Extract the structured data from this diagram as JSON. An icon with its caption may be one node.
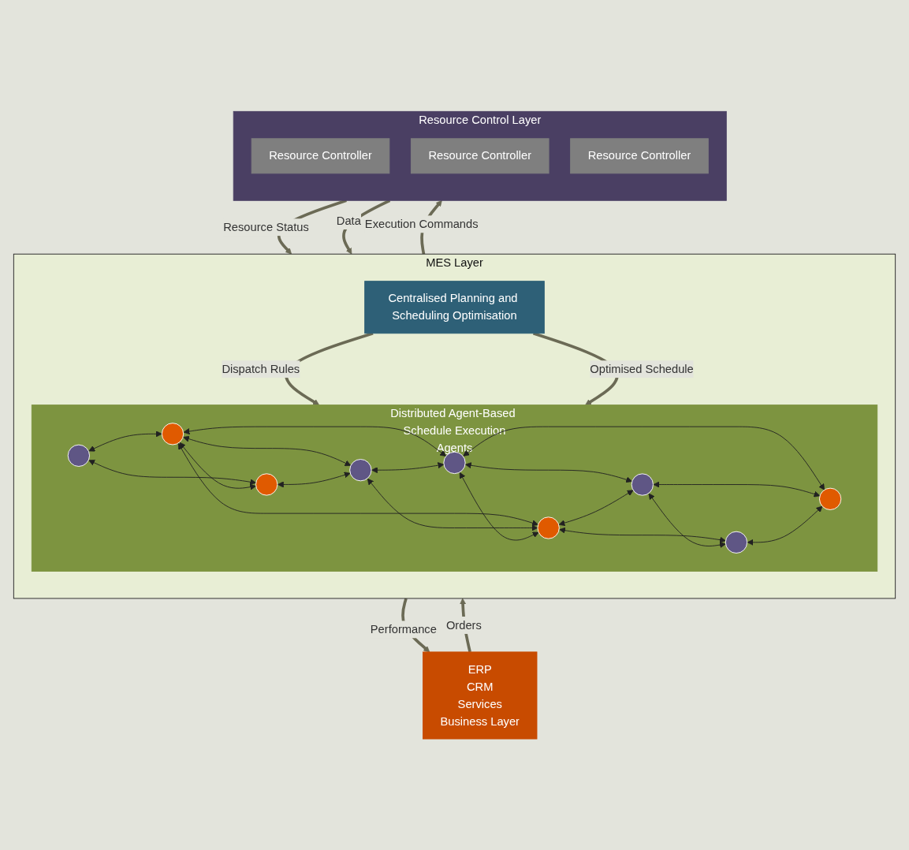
{
  "diagram": {
    "nodes": [
      {
        "text": [
          "ERP",
          "CRM",
          "Services",
          "Business Layer"
        ]
      },
      {
        "text": [
          "MES Layer"
        ]
      },
      {
        "text": [
          "Centralised Planning and Scheduling Optimisation"
        ],
        "in": 1
      },
      {
        "text": [
          "Distributed Agent-Based Schedule Execution",
          "Agents"
        ],
        "in": 1
      },
      {
        "text": [],
        "shape": "circle",
        "in": 3
      },
      {
        "text": [],
        "shape": "circle",
        "in": 3
      },
      {
        "text": [],
        "shape": "circle",
        "in": 3
      },
      {
        "text": [],
        "shape": "circle",
        "in": 3
      },
      {
        "text": [],
        "shape": "circle",
        "in": 3
      },
      {
        "text": [],
        "shape": "circle",
        "in": 3
      },
      {
        "text": [],
        "shape": "circle",
        "in": 3
      },
      {
        "text": [],
        "shape": "circle",
        "in": 3
      },
      {
        "text": [],
        "shape": "circle",
        "in": 3
      },
      {
        "text": [
          "Resource Control Layer"
        ]
      },
      {
        "text": [
          "Resource Controller"
        ],
        "in": 13
      },
      {
        "text": [
          "Resource Controller"
        ],
        "in": 13
      },
      {
        "text": [
          "Resource Controller"
        ],
        "in": 13
      }
    ],
    "edges": [
      {
        "from": 0,
        "to": 1,
        "arrow": "to",
        "label": "Orders",
        "style": "thick",
        "color": "#6b6a55"
      },
      {
        "from": 1,
        "to": 0,
        "arrow": "to",
        "label": "Performance",
        "style": "thick",
        "color": "#6b6a55"
      },
      {
        "from": 2,
        "to": 3,
        "arrow": "to",
        "label": "Dispatch Rules",
        "style": "thick",
        "color": "#6b6a55"
      },
      {
        "from": 2,
        "to": 3,
        "arrow": "to",
        "label": "Optimised Schedule",
        "style": "thick",
        "color": "#6b6a55"
      },
      {
        "from": 1,
        "to": 13,
        "arrow": "to",
        "label": "Execution Commands",
        "style": "thick",
        "color": "#6b6a55"
      },
      {
        "from": 13,
        "to": 1,
        "arrow": "to",
        "label": "Resource Status",
        "style": "thick",
        "color": "#6b6a55"
      },
      {
        "from": 13,
        "to": 1,
        "arrow": "to",
        "label": "Data",
        "style": "thick",
        "color": "#6b6a55"
      },
      {
        "from": 4,
        "to": 6,
        "arrow": "both"
      },
      {
        "from": 4,
        "to": 5,
        "arrow": "both"
      },
      {
        "from": 6,
        "to": 5,
        "arrow": "both"
      },
      {
        "from": 6,
        "to": 7,
        "arrow": "both"
      },
      {
        "from": 6,
        "to": 8,
        "arrow": "both"
      },
      {
        "from": 6,
        "to": 9,
        "arrow": "both"
      },
      {
        "from": 5,
        "to": 7,
        "arrow": "both"
      },
      {
        "from": 7,
        "to": 8,
        "arrow": "both"
      },
      {
        "from": 7,
        "to": 9,
        "arrow": "both"
      },
      {
        "from": 8,
        "to": 9,
        "arrow": "both"
      },
      {
        "from": 8,
        "to": 12,
        "arrow": "both"
      },
      {
        "from": 8,
        "to": 10,
        "arrow": "both"
      },
      {
        "from": 9,
        "to": 10,
        "arrow": "both"
      },
      {
        "from": 9,
        "to": 11,
        "arrow": "both"
      },
      {
        "from": 10,
        "to": 12,
        "arrow": "both"
      },
      {
        "from": 10,
        "to": 11,
        "arrow": "both"
      },
      {
        "from": 11,
        "to": 12,
        "arrow": "both"
      }
    ]
  }
}
